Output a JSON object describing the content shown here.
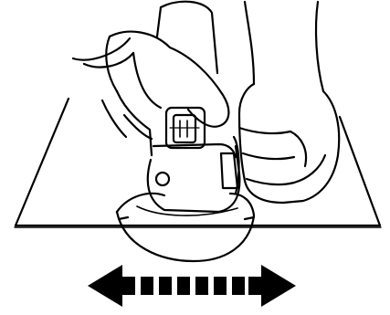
{
  "illustration": {
    "subject": "angle-grinder-sanding-technique",
    "elements": [
      "work-surface",
      "angle-grinder",
      "left-hand",
      "right-hand",
      "disc-guard",
      "back-and-forth-arrow"
    ]
  },
  "colors": {
    "ink": "#000000",
    "paper": "#ffffff"
  }
}
